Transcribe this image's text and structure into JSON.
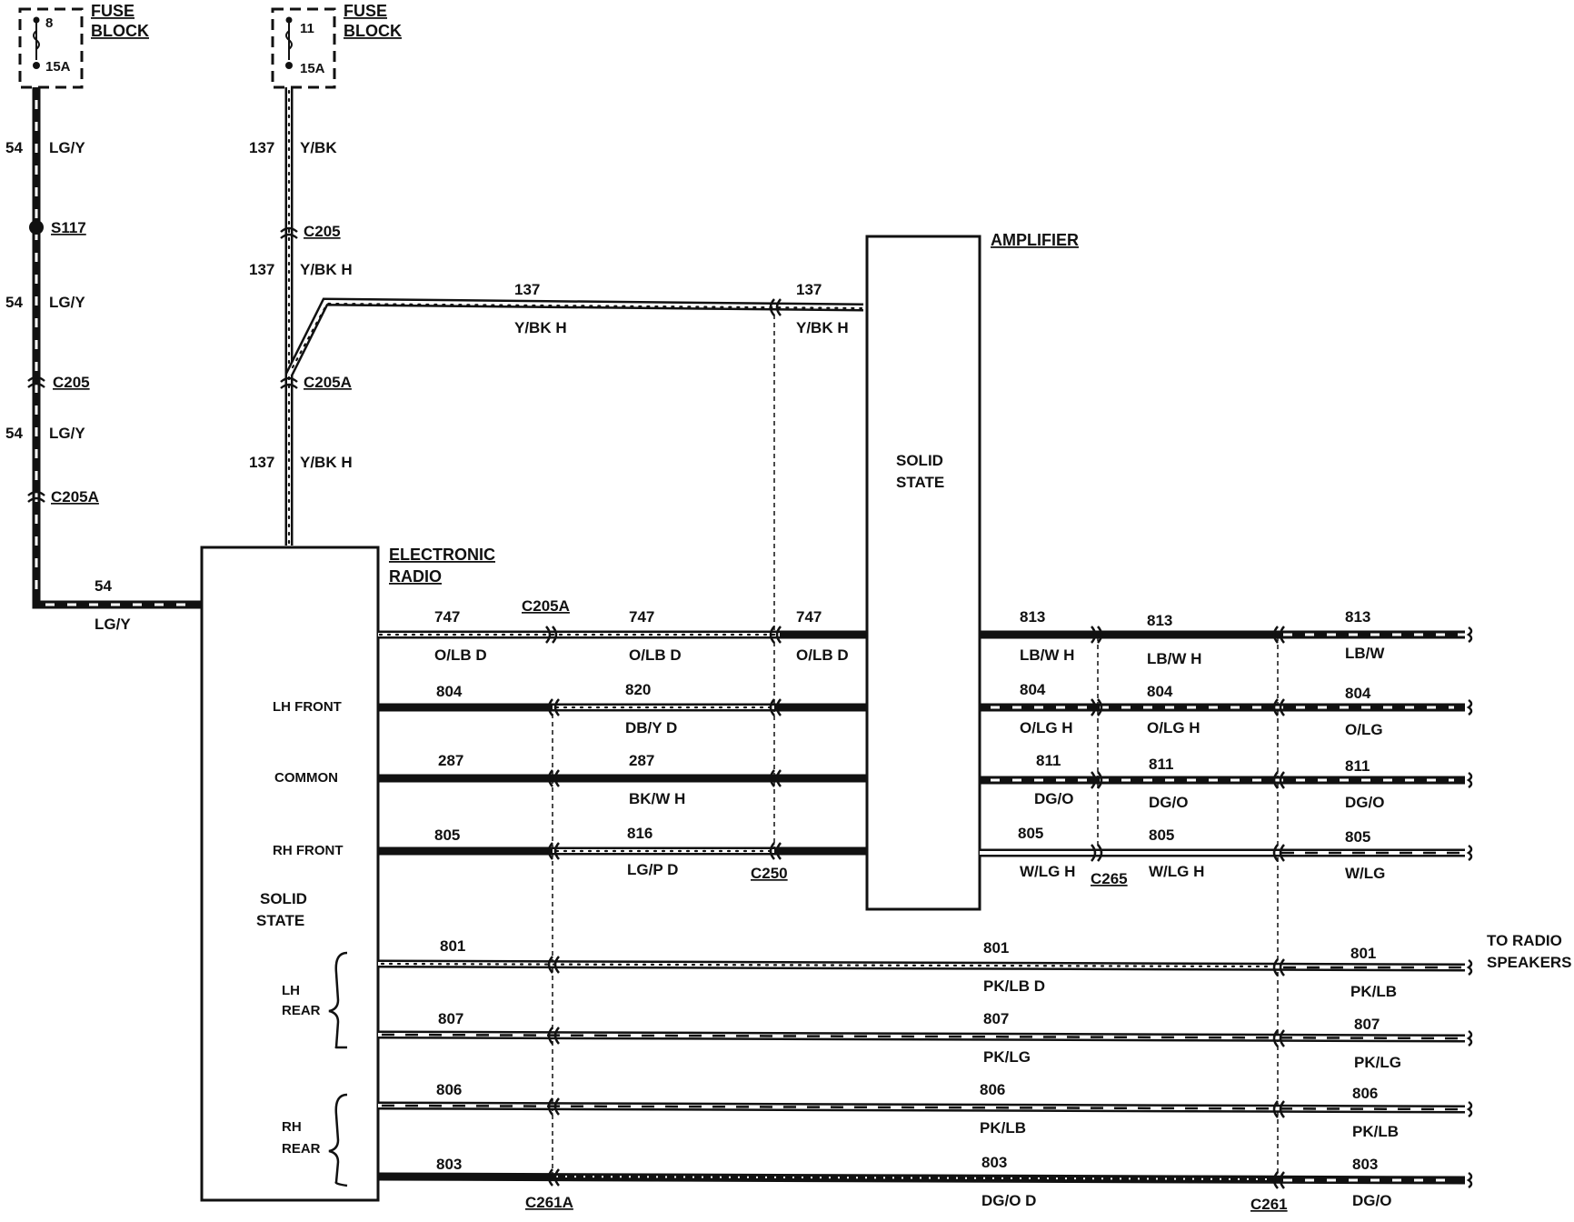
{
  "fuse_blocks": [
    {
      "title_line1": "FUSE",
      "title_line2": "BLOCK",
      "fuse_number": "8",
      "rating": "15A"
    },
    {
      "title_line1": "FUSE",
      "title_line2": "BLOCK",
      "fuse_number": "11",
      "rating": "15A"
    }
  ],
  "left_feed": {
    "segments": [
      {
        "circuit": "54",
        "color": "LG/Y"
      },
      {
        "circuit": "54",
        "color": "LG/Y"
      },
      {
        "circuit": "54",
        "color": "LG/Y"
      }
    ],
    "splice": "S117",
    "connectors": [
      "C205",
      "C205A"
    ],
    "radio_feed": {
      "circuit": "54",
      "color": "LG/Y"
    }
  },
  "right_feed": {
    "segments": [
      {
        "circuit": "137",
        "color": "Y/BK"
      },
      {
        "circuit": "137",
        "color": "Y/BK H"
      },
      {
        "circuit": "137",
        "color": "Y/BK H"
      }
    ],
    "connectors": [
      "C205",
      "C205A"
    ],
    "branch": {
      "circuit": "137",
      "color": "Y/BK H"
    },
    "amp_feed": {
      "circuit": "137",
      "color": "Y/BK H"
    }
  },
  "amplifier": {
    "title": "AMPLIFIER",
    "line1": "SOLID",
    "line2": "STATE"
  },
  "radio": {
    "title_line1": "ELECTRONIC",
    "title_line2": "RADIO",
    "lh_front": "LH FRONT",
    "common": "COMMON",
    "rh_front": "RH FRONT",
    "solid_line1": "SOLID",
    "solid_line2": "STATE",
    "lh_rear_1": "LH",
    "lh_rear_2": "REAR",
    "rh_rear_1": "RH",
    "rh_rear_2": "REAR"
  },
  "connectors": {
    "c205a": "C205A",
    "c250": "C250",
    "c265": "C265",
    "c261a": "C261A",
    "c261": "C261"
  },
  "radio_amp_wires": [
    {
      "c1": "747",
      "k1": "O/LB D",
      "c2": "747",
      "k2": "O/LB D",
      "c3": "747",
      "k3": "O/LB D"
    },
    {
      "c1": "804",
      "c2": "820",
      "k2": "DB/Y D"
    },
    {
      "c1": "287",
      "c2": "287",
      "k2": "BK/W H"
    },
    {
      "c1": "805",
      "c2": "816",
      "k2": "LG/P D"
    }
  ],
  "amp_out_wires": [
    {
      "c1": "813",
      "k1": "LB/W H",
      "c2": "813",
      "k2": "LB/W H",
      "c3": "813",
      "k3": "LB/W"
    },
    {
      "c1": "804",
      "k1": "O/LG H",
      "c2": "804",
      "k2": "O/LG H",
      "c3": "804",
      "k3": "O/LG"
    },
    {
      "c1": "811",
      "k1": "DG/O",
      "c2": "811",
      "k2": "DG/O",
      "c3": "811",
      "k3": "DG/O"
    },
    {
      "c1": "805",
      "k1": "W/LG H",
      "c2": "805",
      "k2": "W/LG H",
      "c3": "805",
      "k3": "W/LG"
    }
  ],
  "rear_wires": [
    {
      "c1": "801",
      "c2": "801",
      "k2": "PK/LB D",
      "c3": "801",
      "k3": "PK/LB"
    },
    {
      "c1": "807",
      "c2": "807",
      "k2": "PK/LG",
      "c3": "807",
      "k3": "PK/LG"
    },
    {
      "c1": "806",
      "c2": "806",
      "k2": "PK/LB",
      "c3": "806",
      "k3": "PK/LB"
    },
    {
      "c1": "803",
      "c2": "803",
      "k2": "DG/O D",
      "c3": "803",
      "k3": "DG/O"
    }
  ],
  "speakers": {
    "line1": "TO RADIO",
    "line2": "SPEAKERS"
  }
}
